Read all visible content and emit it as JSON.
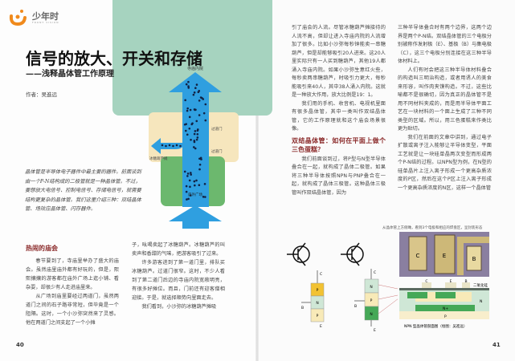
{
  "brand": {
    "name": "少年时",
    "tagline": "FRONT VISION"
  },
  "article": {
    "title": "信号的放大、开关和存储",
    "subtitle": "——浅释晶体管工作原理",
    "author": "作者：吴進远",
    "intro": "晶体管是半导体电子器件中最主要的器件。前面谈到由一个P-N结构成的二极管就是一种晶体管。不过，要想放大电信号、控制电信号、存储电信号，就需要结构更复杂的晶体管。我们这里介绍三种：双结晶体管、场效应晶体管、闪存器件。"
  },
  "flow_diagram": {
    "top": "寺庙内院",
    "gate_upper": "过道门",
    "gate_lower": "过道门",
    "stall": "冰糖葫芦摊",
    "plaza": "庙外广场"
  },
  "left_page": {
    "section_heading": "热闹的庙会",
    "col1": [
      "春节要到了，寺庙里举办了盛大的庙会。虽然庙里庙外都有好玩的，但是，熙熙攘攘的游客都在庙外广场上逛小铺、看杂耍，却很少有人走进庙里来。",
      "从广场到庙里要经过两道门，虽然两道门之间的石子路非常短，但毕竟是一个阻隔。这时，一个小沙弥突然来了灵感。他在两道门之间支起了一个小摊"
    ],
    "col2_cont": "子，吆喝卖起了冰糖葫芦。冰糖葫芦的叫卖声和香甜的气味，把游客吸引了过来。",
    "col2": [
      "许多游客进到了第一道门里，排队买冰糖葫芦。过道门很窄。这时，不少人看到了第二道门后边的寺庙内院宽敞明亮，有很多好摊位。而且，门前还有迎客僧相迎接。于是，就选择顺势向里面走去。",
      "我们看到，小沙弥的冰糖葫芦摊吸"
    ],
    "page_number": "40"
  },
  "right_page": {
    "col1_cont": "引了庙会的人流。尽管冰糖葫芦摊接待的人流不高，但却让进入寺庙内院的人流增加了很多。比如小沙弥每秒钟能卖一串糖葫芦，但是却能够吸引20人进来。这20人里实际只有一人买到糖葫芦，其他19人都涌入寺庙内院。如果小沙弥生意红火些，每秒卖两串糖葫芦，时吸引力更大，每秒能吸引来40人，其中38人涌入内院。这就是一种放大作用，放大比例是19：1。",
    "col1": [
      "我们用的手机、收音机、电视机里面有很多晶体管，其中一类叫作双结晶体管，它的工作原理就和这个庙会场景很像。"
    ],
    "section_heading": "双结晶体管：如何在平面上做个三色蛋糕？",
    "col1_after": "我们前面谈到过，将P型与N型半导体叠合在一起，就构成了晶体二极管。如果将三种半导体按照NPN与PNP叠合在一起，就构成了晶体三极管。这种晶体三极管叫作双结晶体管，因为",
    "col2_cont": "三种半导体叠合时有两个边界，这两个边界是两个P-N结。双结晶体管的三个电极分别被称作发射极（E）、基极（B）与集电极（C），这三个电极分别连接在这三种半导体材料上。",
    "col2": [
      "人们有时会把这三种半导体材料叠合的构造叫三明治构造，或者用诱人的美食来形容，叫作肉夹馍构造。不过，这些比喻都不是很确切，因为真正的晶体管不是用不同材料夹成的，而是用半导体平面工艺在一块材料的一个面上生成了三种不同类型的区域。所以，用三色蛋糕来作类比更为贴切。",
      "我们在前面的文章中讲到，通过电子扩散或离子注入能够让半导体变型，平面工艺就是让一块硅单晶两次变型而形成两个P-N结的过程。以NPN型为例，在N型的硅单晶片上注入离子形成一个更高杂质浓度的P区，然后在这个P区上注入离子形成一个更高杂质浓度的N区，这样一个晶体管"
    ],
    "photo_caption": "从晶体管上方俯瞰，看到3个电极和相应的焊盘区，呈封装形态",
    "section_caption": "NPN 型晶体管剖面图（绘图：吴進远）",
    "oxide_label": "二氧化硅",
    "page_number": "41"
  },
  "symbols": {
    "C": "C",
    "B": "B",
    "E": "E",
    "P": "P",
    "N": "N",
    "Np": "N+"
  },
  "colors": {
    "panel_green": "#a6d3bf",
    "beige": "#f6e6bd",
    "plaza_green": "#6cb86e",
    "arrow_blue": "#2f9fe0",
    "heading_red": "#8b2a2a",
    "logo_orange": "#f08a1c"
  }
}
